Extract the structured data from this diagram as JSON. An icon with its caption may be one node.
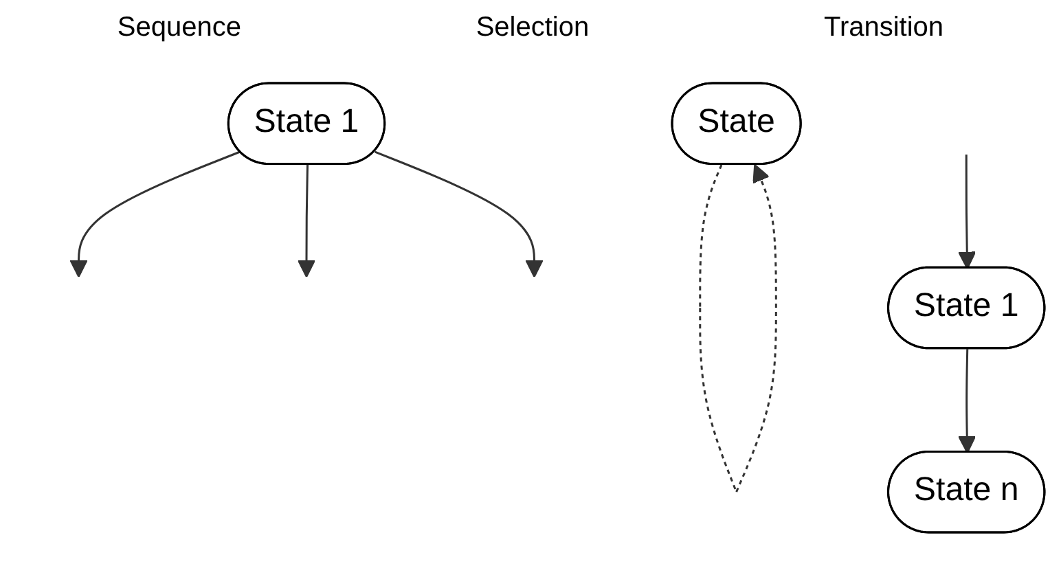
{
  "diagram": {
    "nodes": [
      {
        "text": [
          "State 1"
        ]
      },
      {
        "text": [
          "State n"
        ]
      },
      {
        "text": [
          "State 1"
        ]
      },
      {
        "text": [
          "State"
        ]
      }
    ],
    "edges": [
      {
        "from": null,
        "to": 0,
        "arrow": "to"
      },
      {
        "from": 0,
        "to": 1,
        "arrow": "to"
      },
      {
        "from": 2,
        "to": null,
        "arrow": "to"
      },
      {
        "from": 2,
        "to": null,
        "arrow": "to"
      },
      {
        "from": 2,
        "to": null,
        "arrow": "to"
      },
      {
        "from": 3,
        "to": 3,
        "arrow": "to",
        "style": "dashed"
      }
    ],
    "labels": [
      "Sequence",
      "Selection",
      "Transition"
    ]
  }
}
